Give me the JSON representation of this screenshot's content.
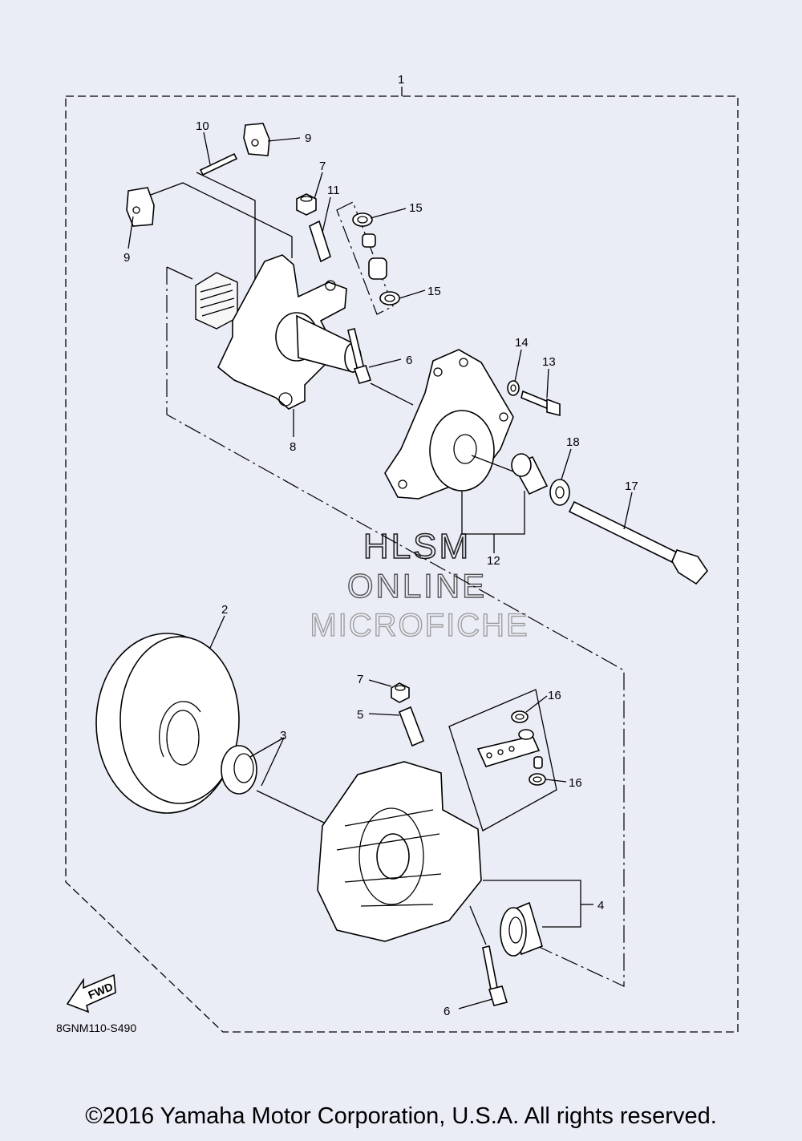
{
  "callouts": [
    {
      "id": "c1",
      "label": "1"
    },
    {
      "id": "c2",
      "label": "2"
    },
    {
      "id": "c3",
      "label": "3"
    },
    {
      "id": "c4",
      "label": "4"
    },
    {
      "id": "c5",
      "label": "5"
    },
    {
      "id": "c6a",
      "label": "6"
    },
    {
      "id": "c6b",
      "label": "6"
    },
    {
      "id": "c7a",
      "label": "7"
    },
    {
      "id": "c7b",
      "label": "7"
    },
    {
      "id": "c8",
      "label": "8"
    },
    {
      "id": "c9a",
      "label": "9"
    },
    {
      "id": "c9b",
      "label": "9"
    },
    {
      "id": "c10",
      "label": "10"
    },
    {
      "id": "c11",
      "label": "11"
    },
    {
      "id": "c12",
      "label": "12"
    },
    {
      "id": "c13",
      "label": "13"
    },
    {
      "id": "c14",
      "label": "14"
    },
    {
      "id": "c15a",
      "label": "15"
    },
    {
      "id": "c15b",
      "label": "15"
    },
    {
      "id": "c16a",
      "label": "16"
    },
    {
      "id": "c16b",
      "label": "16"
    },
    {
      "id": "c17",
      "label": "17"
    },
    {
      "id": "c18",
      "label": "18"
    }
  ],
  "fwd_label": "FWD",
  "diagram_code": "8GNM110-S490",
  "watermark": {
    "line1": "HLSM",
    "line2": "ONLINE",
    "line3": "MICROFICHE"
  },
  "copyright": "©2016 Yamaha Motor Corporation, U.S.A. All rights reserved."
}
